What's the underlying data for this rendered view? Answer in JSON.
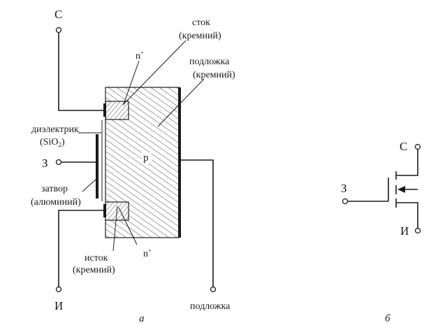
{
  "figure_a": {
    "terminals": {
      "drain": "С",
      "gate": "З",
      "source": "И",
      "substrate": "подложка"
    },
    "labels": {
      "drain_region": [
        "сток",
        "(кремний)"
      ],
      "substrate_region": [
        "подложка",
        "(кремний)"
      ],
      "dielectric": [
        "диэлектрик",
        "(SiO",
        "2",
        ")"
      ],
      "gate_metal": [
        "затвор",
        "(алюминий)"
      ],
      "source_region": [
        "исток",
        "(кремний)"
      ],
      "doping_top": "n",
      "doping_top_sup": "+",
      "doping_bottom": "n",
      "doping_bottom_sup": "+",
      "body_type": "p"
    },
    "caption": "а"
  },
  "figure_b": {
    "terminals": {
      "drain": "С",
      "gate": "З",
      "source": "И"
    },
    "caption": "б"
  }
}
